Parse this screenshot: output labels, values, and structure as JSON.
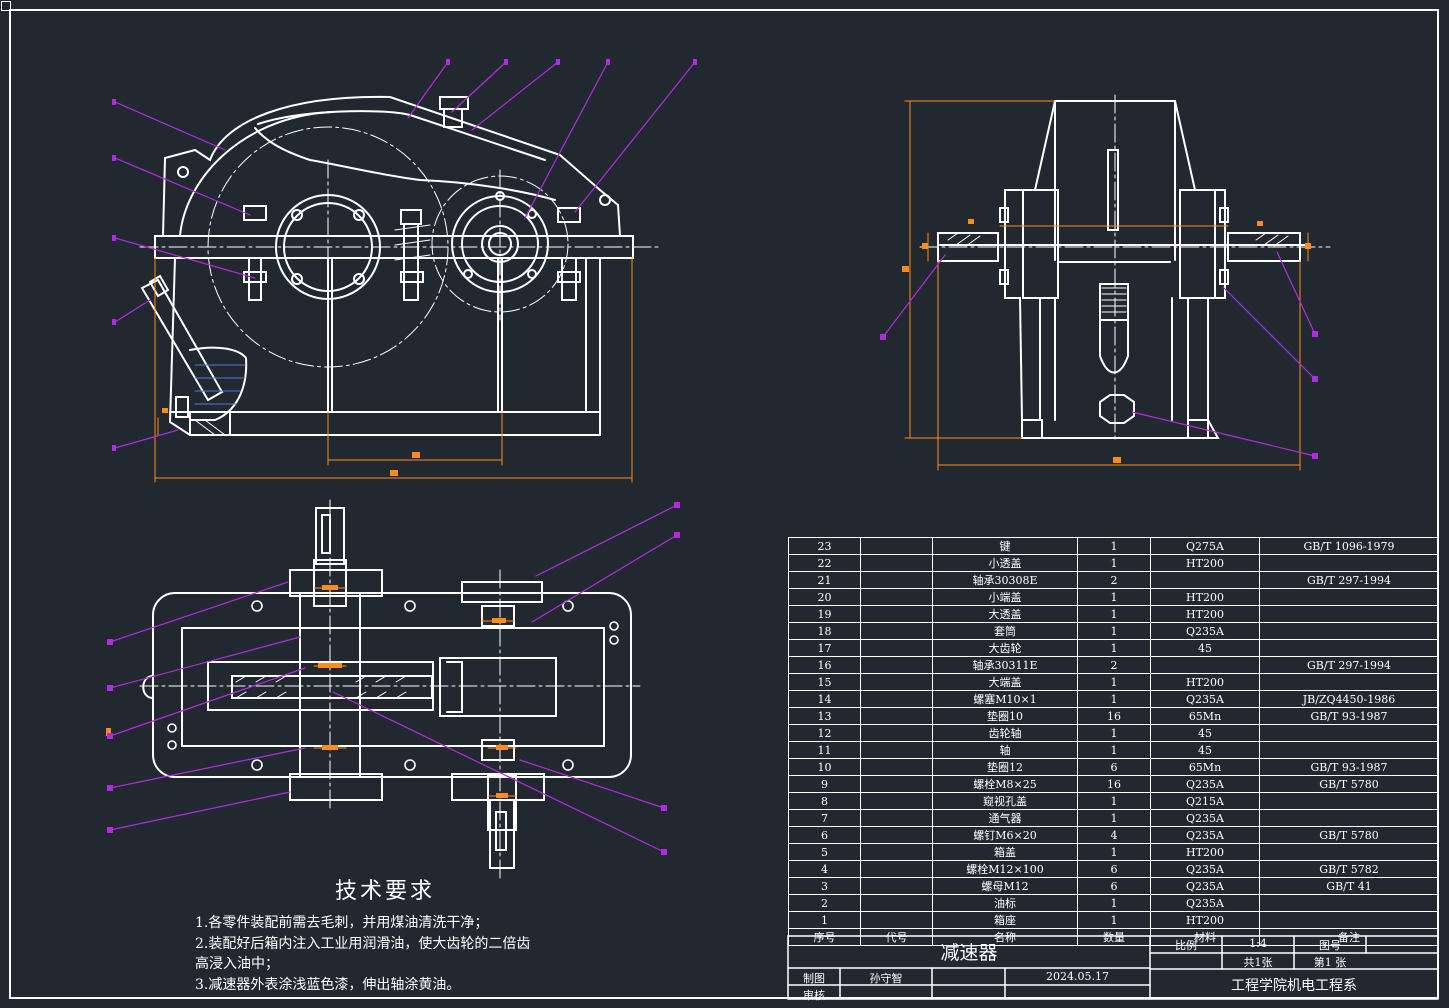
{
  "colors": {
    "background": "#212830",
    "line": "#ffffff",
    "leader": "#b12ce0",
    "dimension": "#ff8c1a"
  },
  "tech_requirements": {
    "title": "技术要求",
    "items": [
      "1.各零件装配前需去毛刺，并用煤油清洗干净；",
      "2.装配好后箱内注入工业用润滑油，使大齿轮的二倍齿",
      "高浸入油中；",
      "3.减速器外表涂浅蓝色漆，伸出轴涂黄油。"
    ]
  },
  "parts_list": [
    {
      "no": "23",
      "code": "",
      "name": "键",
      "qty": "1",
      "material": "Q275A",
      "remark": "GB/T 1096-1979"
    },
    {
      "no": "22",
      "code": "",
      "name": "小透盖",
      "qty": "1",
      "material": "HT200",
      "remark": ""
    },
    {
      "no": "21",
      "code": "",
      "name": "轴承30308E",
      "qty": "2",
      "material": "",
      "remark": "GB/T 297-1994"
    },
    {
      "no": "20",
      "code": "",
      "name": "小端盖",
      "qty": "1",
      "material": "HT200",
      "remark": ""
    },
    {
      "no": "19",
      "code": "",
      "name": "大透盖",
      "qty": "1",
      "material": "HT200",
      "remark": ""
    },
    {
      "no": "18",
      "code": "",
      "name": "套筒",
      "qty": "1",
      "material": "Q235A",
      "remark": ""
    },
    {
      "no": "17",
      "code": "",
      "name": "大齿轮",
      "qty": "1",
      "material": "45",
      "remark": ""
    },
    {
      "no": "16",
      "code": "",
      "name": "轴承30311E",
      "qty": "2",
      "material": "",
      "remark": "GB/T 297-1994"
    },
    {
      "no": "15",
      "code": "",
      "name": "大端盖",
      "qty": "1",
      "material": "HT200",
      "remark": ""
    },
    {
      "no": "14",
      "code": "",
      "name": "螺塞M10×1",
      "qty": "1",
      "material": "Q235A",
      "remark": "JB/ZQ4450-1986"
    },
    {
      "no": "13",
      "code": "",
      "name": "垫圈10",
      "qty": "16",
      "material": "65Mn",
      "remark": "GB/T 93-1987"
    },
    {
      "no": "12",
      "code": "",
      "name": "齿轮轴",
      "qty": "1",
      "material": "45",
      "remark": ""
    },
    {
      "no": "11",
      "code": "",
      "name": "轴",
      "qty": "1",
      "material": "45",
      "remark": ""
    },
    {
      "no": "10",
      "code": "",
      "name": "垫圈12",
      "qty": "6",
      "material": "65Mn",
      "remark": "GB/T 93-1987"
    },
    {
      "no": "9",
      "code": "",
      "name": "螺栓M8×25",
      "qty": "16",
      "material": "Q235A",
      "remark": "GB/T 5780"
    },
    {
      "no": "8",
      "code": "",
      "name": "窥视孔盖",
      "qty": "1",
      "material": "Q215A",
      "remark": ""
    },
    {
      "no": "7",
      "code": "",
      "name": "通气器",
      "qty": "1",
      "material": "Q235A",
      "remark": ""
    },
    {
      "no": "6",
      "code": "",
      "name": "螺钉M6×20",
      "qty": "4",
      "material": "Q235A",
      "remark": "GB/T 5780"
    },
    {
      "no": "5",
      "code": "",
      "name": "箱盖",
      "qty": "1",
      "material": "HT200",
      "remark": ""
    },
    {
      "no": "4",
      "code": "",
      "name": "螺栓M12×100",
      "qty": "6",
      "material": "Q235A",
      "remark": "GB/T 5782"
    },
    {
      "no": "3",
      "code": "",
      "name": "螺母M12",
      "qty": "6",
      "material": "Q235A",
      "remark": "GB/T 41"
    },
    {
      "no": "2",
      "code": "",
      "name": "油标",
      "qty": "1",
      "material": "Q235A",
      "remark": ""
    },
    {
      "no": "1",
      "code": "",
      "name": "箱座",
      "qty": "1",
      "material": "HT200",
      "remark": ""
    }
  ],
  "parts_header": {
    "no": "序号",
    "code": "代号",
    "name": "名称",
    "qty": "数量",
    "material": "材料",
    "remark": "备注"
  },
  "title_block": {
    "drawing_name": "减速器",
    "scale_label": "比例",
    "scale_value": "1:4",
    "drawing_no_label": "图号",
    "sheets_total": "共1张",
    "sheet_current": "第1 张",
    "drawn_label": "制图",
    "drawn_by": "孙守智",
    "date": "2024.05.17",
    "checked_label": "审核",
    "organization": "工程学院机电工程系"
  }
}
